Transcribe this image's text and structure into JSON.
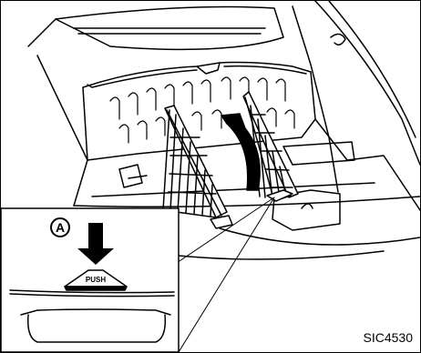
{
  "illustration": {
    "callout_letter": "A",
    "button_text": "PUSH",
    "figure_code": "SIC4530"
  }
}
